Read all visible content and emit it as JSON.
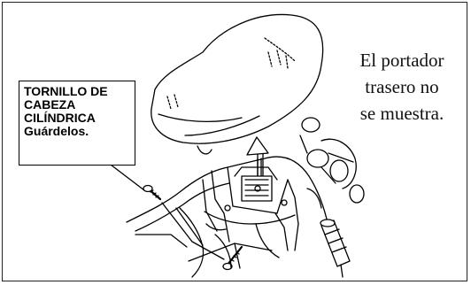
{
  "callout": {
    "line1": "TORNILLO DE",
    "line2": "CABEZA",
    "line3": "CILÍNDRICA",
    "line4": "Guárdelos."
  },
  "note": {
    "line1": "El portador",
    "line2": "trasero no",
    "line3": "se muestra."
  }
}
